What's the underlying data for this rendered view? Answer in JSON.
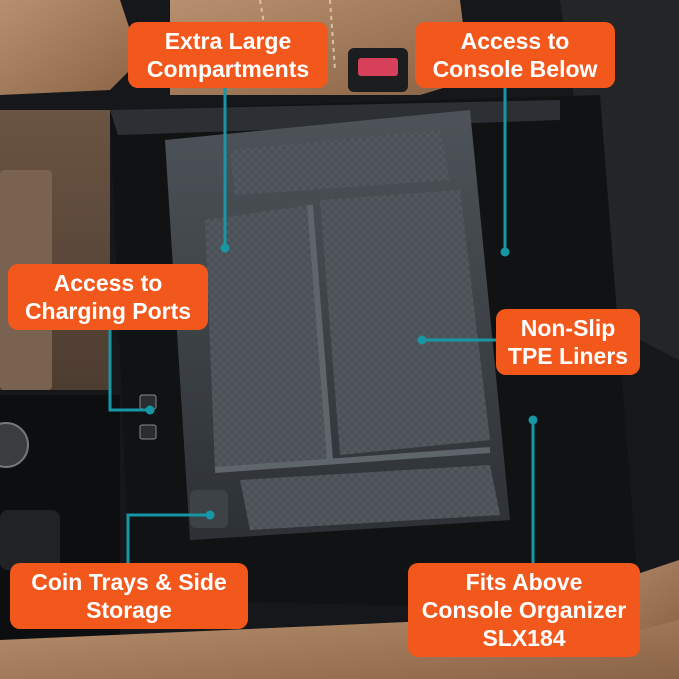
{
  "photo": {
    "subject": "center console organizer tray",
    "colors": {
      "callout_bg": "#f2571c",
      "callout_text": "#ffffff",
      "leader_line": "#1796a6",
      "tray": "#3a3f44",
      "leather": "#a57a5c"
    }
  },
  "callouts": {
    "extra_large": {
      "line1": "Extra Large",
      "line2": "Compartments"
    },
    "access_below": {
      "line1": "Access to",
      "line2": "Console Below"
    },
    "charging": {
      "line1": "Access to",
      "line2": "Charging Ports"
    },
    "liners": {
      "line1": "Non-Slip",
      "line2": "TPE Liners"
    },
    "coin": {
      "line1": "Coin Trays & Side",
      "line2": "Storage"
    },
    "fits": {
      "line1": "Fits Above",
      "line2": "Console Organizer",
      "line3": "SLX184"
    }
  }
}
